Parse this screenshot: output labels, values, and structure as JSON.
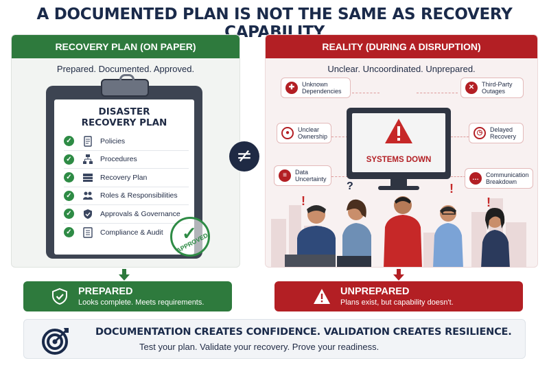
{
  "title": "A DOCUMENTED PLAN IS NOT THE SAME AS RECOVERY CAPABILITY",
  "left_panel": {
    "header": "RECOVERY PLAN (ON PAPER)",
    "subtitle": "Prepared. Documented. Approved.",
    "document_title_line1": "DISASTER",
    "document_title_line2": "RECOVERY PLAN",
    "checklist": [
      {
        "label": "Policies",
        "icon": "document-icon"
      },
      {
        "label": "Procedures",
        "icon": "flowchart-icon"
      },
      {
        "label": "Recovery Plan",
        "icon": "server-icon"
      },
      {
        "label": "Roles & Responsibilities",
        "icon": "people-icon"
      },
      {
        "label": "Approvals & Governance",
        "icon": "shield-icon"
      },
      {
        "label": "Compliance & Audit",
        "icon": "checklist-icon"
      }
    ],
    "stamp_text": "APPROVED"
  },
  "not_equal_symbol": "≠",
  "right_panel": {
    "header": "REALITY (DURING A DISRUPTION)",
    "subtitle": "Unclear. Uncoordinated. Unprepared.",
    "screen_text": "SYSTEMS DOWN",
    "callouts": {
      "unknown_deps": "Unknown Dependencies",
      "unclear_own": "Unclear Ownership",
      "data_unc": "Data Uncertainty",
      "third_party": "Third-Party Outages",
      "delayed_rec": "Delayed Recovery",
      "comm_break": "Communication Breakdown"
    }
  },
  "results": {
    "prepared_title": "PREPARED",
    "prepared_sub": "Looks complete. Meets requirements.",
    "unprepared_title": "UNPREPARED",
    "unprepared_sub": "Plans exist, but capability doesn't."
  },
  "banner": {
    "title": "DOCUMENTATION CREATES CONFIDENCE. VALIDATION CREATES RESILIENCE.",
    "subtitle": "Test your plan.  Validate your recovery.  Prove your readiness."
  },
  "colors": {
    "green": "#2e7a3d",
    "red": "#b31f24",
    "navy": "#1f2a44"
  }
}
